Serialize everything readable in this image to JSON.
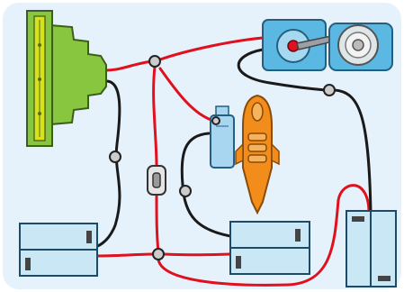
{
  "diagram": {
    "type": "circuit-illustration",
    "colors": {
      "background": "#e6f2fb",
      "wire_positive": "#e0101e",
      "wire_negative": "#1a1a1a",
      "solar_panel": "#88c63f",
      "solar_cell": "#d7e11c",
      "battery_box": "#c9e7f5",
      "motor": "#5bb8e3",
      "motor_rotor": "#e0101e",
      "rocket": "#f28c1b",
      "tank": "#a8d6f0",
      "connector": "#cccccc"
    },
    "components": [
      {
        "id": "solar-panel",
        "icon": "solar-panel-icon"
      },
      {
        "id": "motor",
        "icon": "motor-icon"
      },
      {
        "id": "propeller-wheel",
        "icon": "wheel-icon"
      },
      {
        "id": "water-rocket",
        "icon": "rocket-icon"
      },
      {
        "id": "fuel-tank",
        "icon": "tank-icon"
      },
      {
        "id": "switch",
        "icon": "switch-icon"
      },
      {
        "id": "battery-pack-left",
        "icon": "battery-icon"
      },
      {
        "id": "battery-pack-middle",
        "icon": "battery-icon"
      },
      {
        "id": "battery-pack-right",
        "icon": "battery-icon"
      }
    ],
    "junctions": 6
  }
}
